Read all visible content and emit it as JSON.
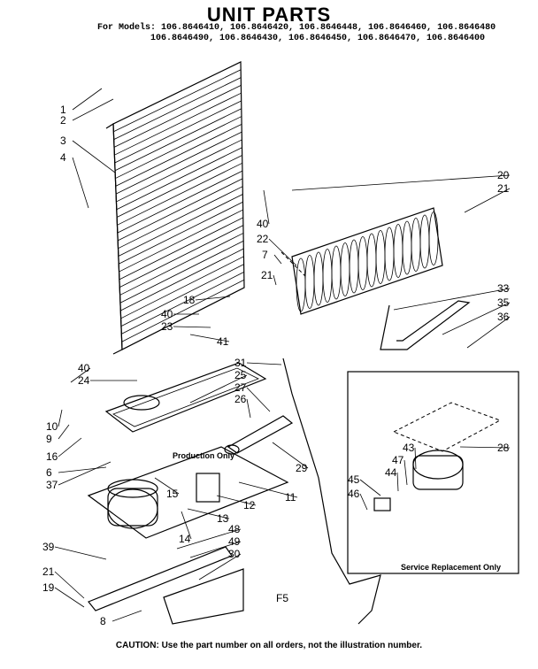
{
  "title": "UNIT PARTS",
  "models_line1": "For Models: 106.8646410, 106.8646420, 106.8646448, 106.8646460, 106.8646480",
  "models_line2": "106.8646490, 106.8646430, 106.8646450, 106.8646470, 106.8646400",
  "caution": "CAUTION: Use the part number on all orders, not the illustration number.",
  "production_only": "Production Only",
  "service_replacement_only": "Service Replacement Only",
  "page_mark": "F5",
  "callouts": [
    "1",
    "2",
    "3",
    "4",
    "20",
    "21",
    "40",
    "22",
    "7",
    "21",
    "18",
    "33",
    "35",
    "36",
    "40",
    "23",
    "41",
    "31",
    "25",
    "27",
    "26",
    "40",
    "24",
    "10",
    "9",
    "16",
    "6",
    "37",
    "15",
    "11",
    "12",
    "13",
    "14",
    "29",
    "28",
    "43",
    "47",
    "44",
    "45",
    "46",
    "39",
    "48",
    "49",
    "30",
    "21",
    "19",
    "8"
  ]
}
